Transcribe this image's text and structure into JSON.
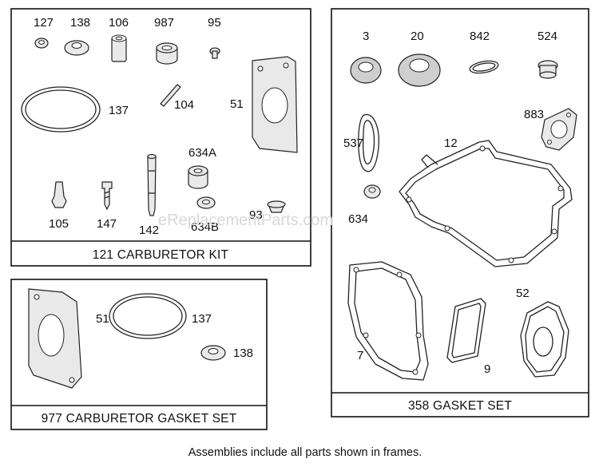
{
  "kits": {
    "carburetor_kit": "121 CARBURETOR KIT",
    "carburetor_gasket_set": "977 CARBURETOR GASKET SET",
    "gasket_set": "358 GASKET SET"
  },
  "parts": {
    "p127": "127",
    "p138": "138",
    "p106": "106",
    "p987": "987",
    "p95": "95",
    "p137": "137",
    "p104": "104",
    "p51": "51",
    "p634a": "634A",
    "p105": "105",
    "p147": "147",
    "p142": "142",
    "p634b": "634B",
    "p93": "93",
    "s51": "51",
    "s137": "137",
    "s138": "138",
    "g3": "3",
    "g20": "20",
    "g842": "842",
    "g524": "524",
    "g537": "537",
    "g12": "12",
    "g883": "883",
    "g634": "634",
    "g7": "7",
    "g9": "9",
    "g52": "52"
  },
  "footer_note": "Assemblies include all parts shown in frames.",
  "watermark": "eReplacementParts.com"
}
